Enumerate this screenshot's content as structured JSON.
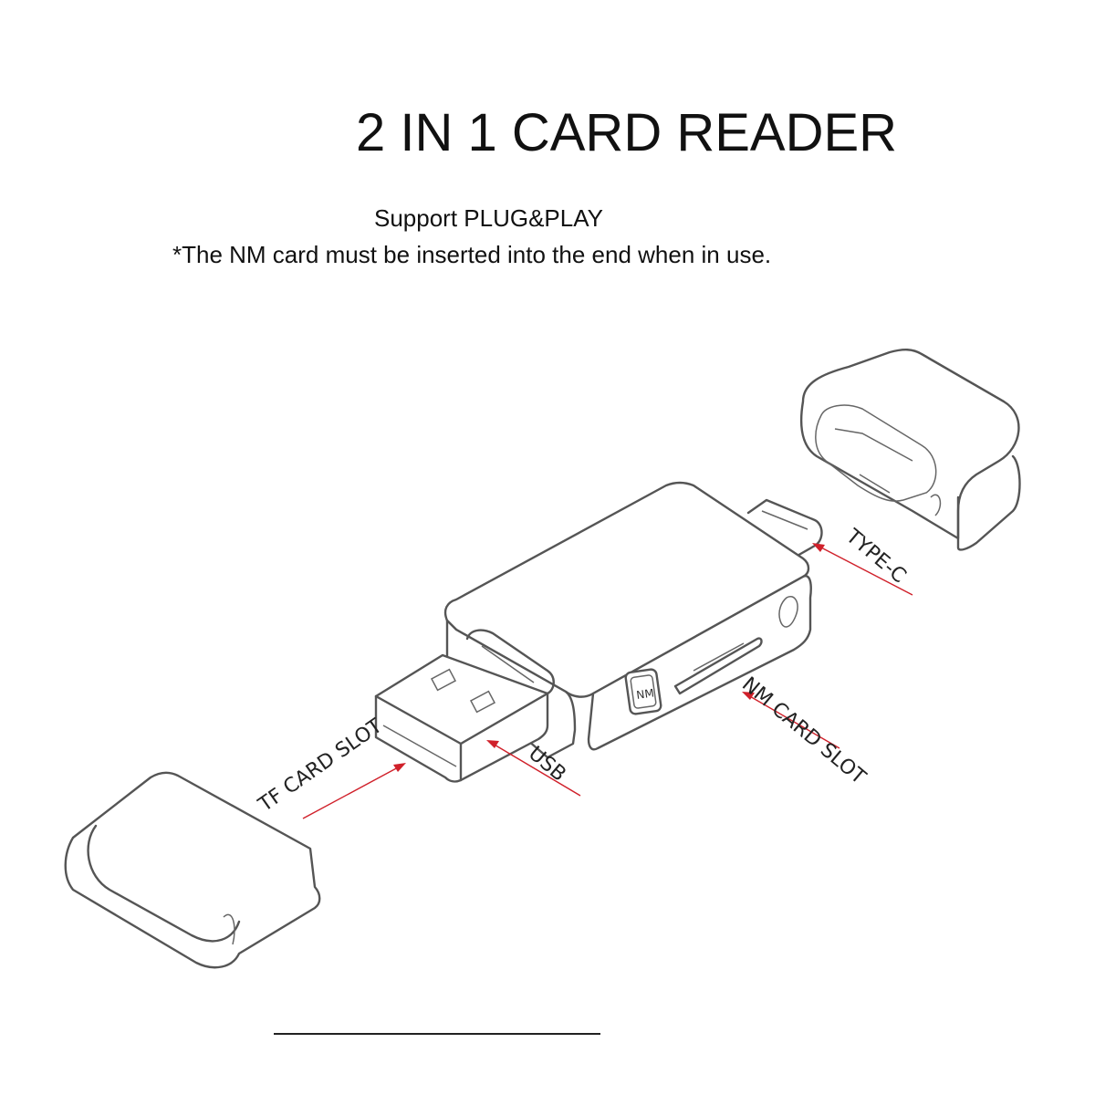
{
  "header": {
    "title": "2 IN 1 CARD READER",
    "subtitle": "Support PLUG&PLAY",
    "note": "*The NM card must be inserted into the end when in use."
  },
  "labels": {
    "type_c": "TYPE-C",
    "nm_card_slot": "NM CARD SLOT",
    "usb": "USB",
    "tf_card_slot": "TF CARD SLOT",
    "nm_badge": "NM"
  },
  "colors": {
    "outline": "#555555",
    "arrow": "#d0202a",
    "text": "#111111"
  }
}
